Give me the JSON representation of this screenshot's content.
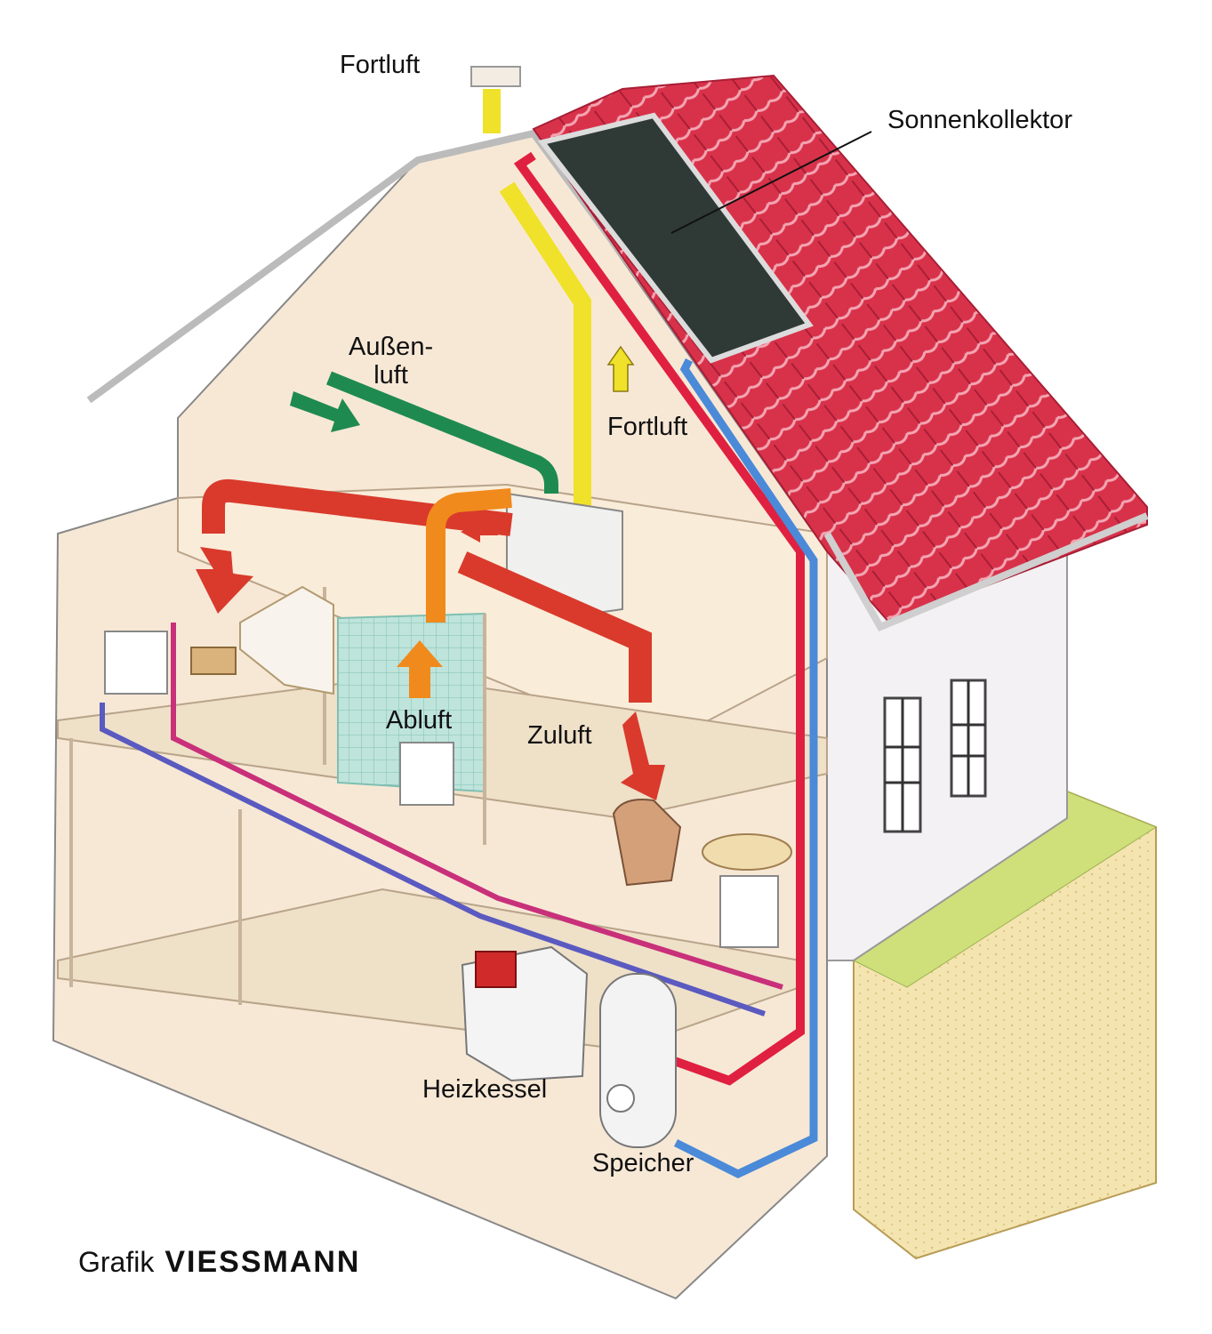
{
  "labels": {
    "fortluft_top": "Fortluft",
    "sonnenkollektor": "Sonnenkollektor",
    "aussenluft_1": "Außen-",
    "aussenluft_2": "luft",
    "fortluft_mid": "Fortluft",
    "abluft": "Abluft",
    "zuluft": "Zuluft",
    "heizkessel": "Heizkessel",
    "speicher": "Speicher"
  },
  "credit": {
    "prefix": "Grafik",
    "brand": "VIESSMANN"
  },
  "colors": {
    "roof": "#d8324a",
    "collector": "#2f3a36",
    "exhaust": "#f0e12a",
    "outside_air": "#1f8a4f",
    "supply_air": "#d93a2c",
    "extract_air": "#f08a1c",
    "hot_water_pipe": "#e02040",
    "cold_water_pipe": "#4a8ad8",
    "heating_flow": "#c8307a",
    "heating_return": "#5a5ac0",
    "interior": "#f7e8d6",
    "ground": "#f2df9a"
  }
}
